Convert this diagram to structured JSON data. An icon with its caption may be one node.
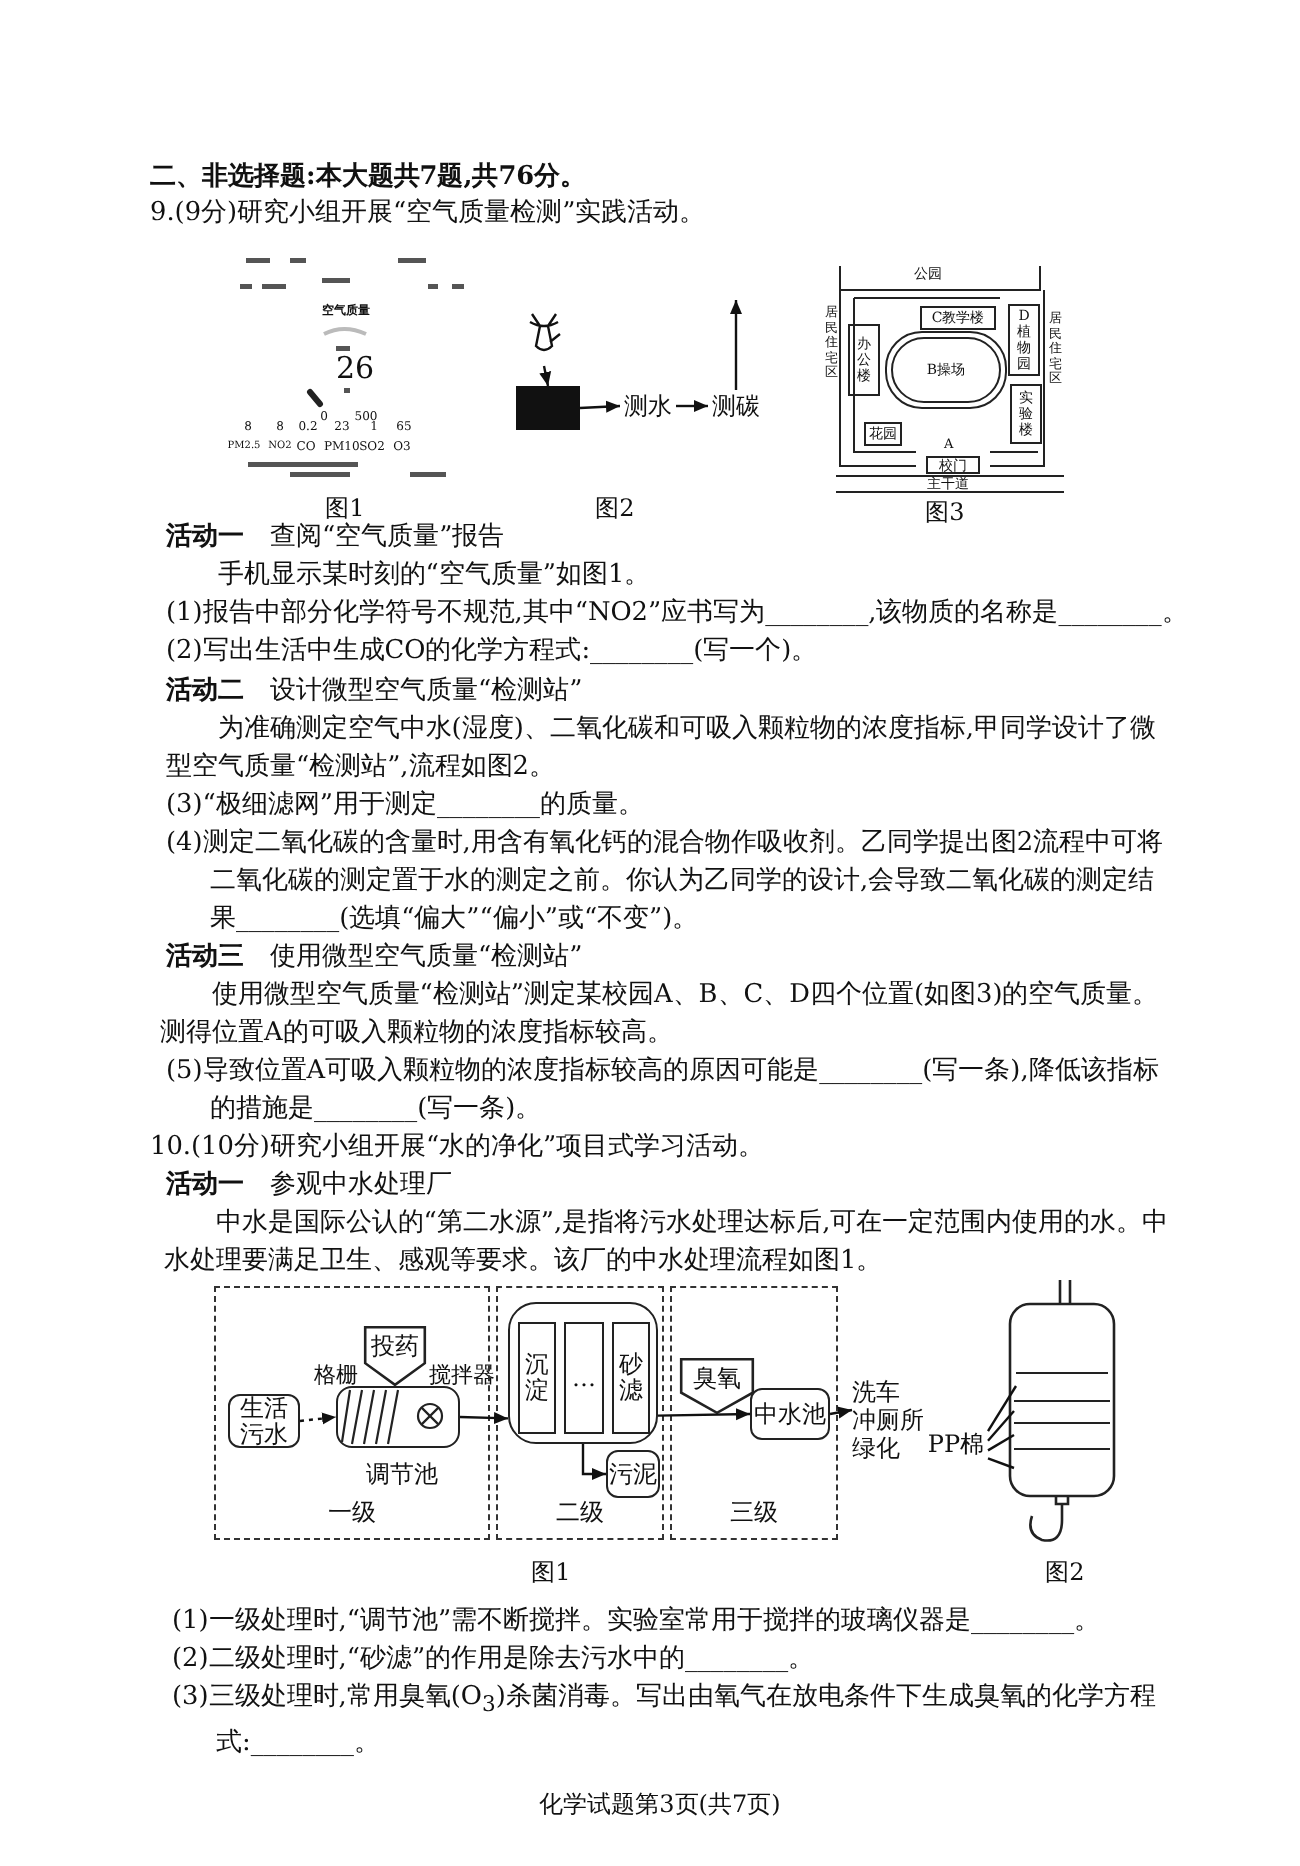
{
  "diagram": {
    "nodes": [
      {
        "text": [],
        "shape": "picture"
      },
      {
        "text": [],
        "shape": "box"
      },
      {
        "text": [
          "测水"
        ]
      },
      {
        "text": [
          "测碳"
        ]
      },
      {
        "text": [
          "C教学楼"
        ]
      },
      {
        "text": [
          "D植物园"
        ]
      },
      {
        "text": [
          "办公楼"
        ]
      },
      {
        "text": [
          "B操场"
        ]
      },
      {
        "text": [
          "花园"
        ]
      },
      {
        "text": [
          "实验楼"
        ]
      },
      {
        "text": [
          "校门"
        ],
        "beside": [
          "A"
        ]
      },
      {
        "text": [
          "一级"
        ]
      },
      {
        "text": [
          "生活污水"
        ],
        "in": 11
      },
      {
        "text": [
          "投药"
        ],
        "in": 11
      },
      {
        "text": [
          "调节池"
        ],
        "in": 11
      },
      {
        "text": [
          "二级"
        ]
      },
      {
        "text": [],
        "shape": "box",
        "in": 15
      },
      {
        "text": [
          "沉淀"
        ],
        "in": 16
      },
      {
        "text": [
          "…"
        ],
        "in": 16
      },
      {
        "text": [
          "砂滤"
        ],
        "in": 16
      },
      {
        "text": [
          "污泥"
        ],
        "in": 15
      },
      {
        "text": [
          "三级"
        ]
      },
      {
        "text": [
          "臭氧"
        ],
        "in": 21
      },
      {
        "text": [
          "中水池"
        ],
        "in": 21
      },
      {
        "text": [
          "洗车",
          "冲厕所",
          "绿化"
        ]
      },
      {
        "text": [
          "PP棉"
        ]
      },
      {
        "text": [],
        "shape": "bar"
      },
      {
        "text": [],
        "shape": "bar"
      },
      {
        "text": [],
        "shape": "bar"
      },
      {
        "text": [],
        "shape": "bar"
      }
    ],
    "edges": [
      {
        "from": 0,
        "to": 1,
        "arrow": "to"
      },
      {
        "from": 1,
        "to": 2,
        "arrow": "to"
      },
      {
        "from": 2,
        "to": 3,
        "arrow": "to"
      },
      {
        "from": 3,
        "to": null,
        "arrow": "to"
      },
      {
        "from": 12,
        "to": 14,
        "arrow": "to",
        "style": "dashed"
      },
      {
        "from": 14,
        "to": 16,
        "arrow": "to"
      },
      {
        "from": 16,
        "to": 20,
        "arrow": "to"
      },
      {
        "from": 16,
        "to": 23,
        "arrow": "to"
      },
      {
        "from": 23,
        "to": 24,
        "arrow": "to"
      },
      {
        "from": 25,
        "to": 26,
        "arrow": "none"
      },
      {
        "from": 25,
        "to": 27,
        "arrow": "none"
      },
      {
        "from": 25,
        "to": 28,
        "arrow": "none"
      },
      {
        "from": 25,
        "to": 29,
        "arrow": "none"
      }
    ],
    "labels": [
      "二、非选择题:本大题共7题,共76分。",
      "9.(9分)研究小组开展“空气质量检测”实践活动。",
      "空气质量",
      "26",
      "0",
      "500",
      "8",
      "8",
      "0.2",
      "23",
      "1",
      "65",
      "PM2.5",
      "NO2",
      "CO",
      "PM10",
      "SO2",
      "O3",
      "图1",
      "图2",
      "公园",
      "居民住宅区",
      "居民住宅区",
      "主干道",
      "图3",
      "**活动一**　查阅“空气质量”报告",
      "手机显示某时刻的“空气质量”如图1。",
      "(1)报告中部分化学符号不规范,其中“NO2”应书写为________,该物质的名称是________。",
      "(2)写出生活中生成CO的化学方程式:________(写一个)。",
      "**活动二**　设计微型空气质量“检测站”",
      "为准确测定空气中水(湿度)、二氧化碳和可吸入颗粒物的浓度指标,甲同学设计了微型空气质量“检测站”,流程如图2。",
      "(3)“极细滤网”用于测定________的质量。",
      "(4)测定二氧化碳的含量时,用含有氧化钙的混合物作吸收剂。乙同学提出图2流程中可将二氧化碳的测定置于水的测定之前。你认为乙同学的设计,会导致二氧化碳的测定结果________(选填“偏大”“偏小”或“不变”)。",
      "**活动三**　使用微型空气质量“检测站”",
      "使用微型空气质量“检测站”测定某校园A、B、C、D四个位置(如图3)的空气质量。测得位置A的可吸入颗粒物的浓度指标较高。",
      "(5)导致位置A可吸入颗粒物的浓度指标较高的原因可能是________(写一条),降低该指标的措施是________(写一条)。",
      "10.(10分)研究小组开展“水的净化”项目式学习活动。",
      "**活动一**　参观中水处理厂",
      "中水是国际公认的“第二水源”,是指将污水处理达标后,可在一定范围内使用的水。中水处理要满足卫生、感观等要求。该厂的中水处理流程如图1。",
      "格栅",
      "搅拌器",
      "图1",
      "图2",
      "(1)一级处理时,“调节池”需不断搅拌。实验室常用于搅拌的玻璃仪器是________。",
      "(2)二级处理时,“砂滤”的作用是除去污水中的________。",
      "(3)三级处理时,常用臭氧(O$_{3}$)杀菌消毒。写出由氧气在放电条件下生成臭氧的化学方程式:________。",
      "化学试题第3页(共7页)"
    ]
  }
}
